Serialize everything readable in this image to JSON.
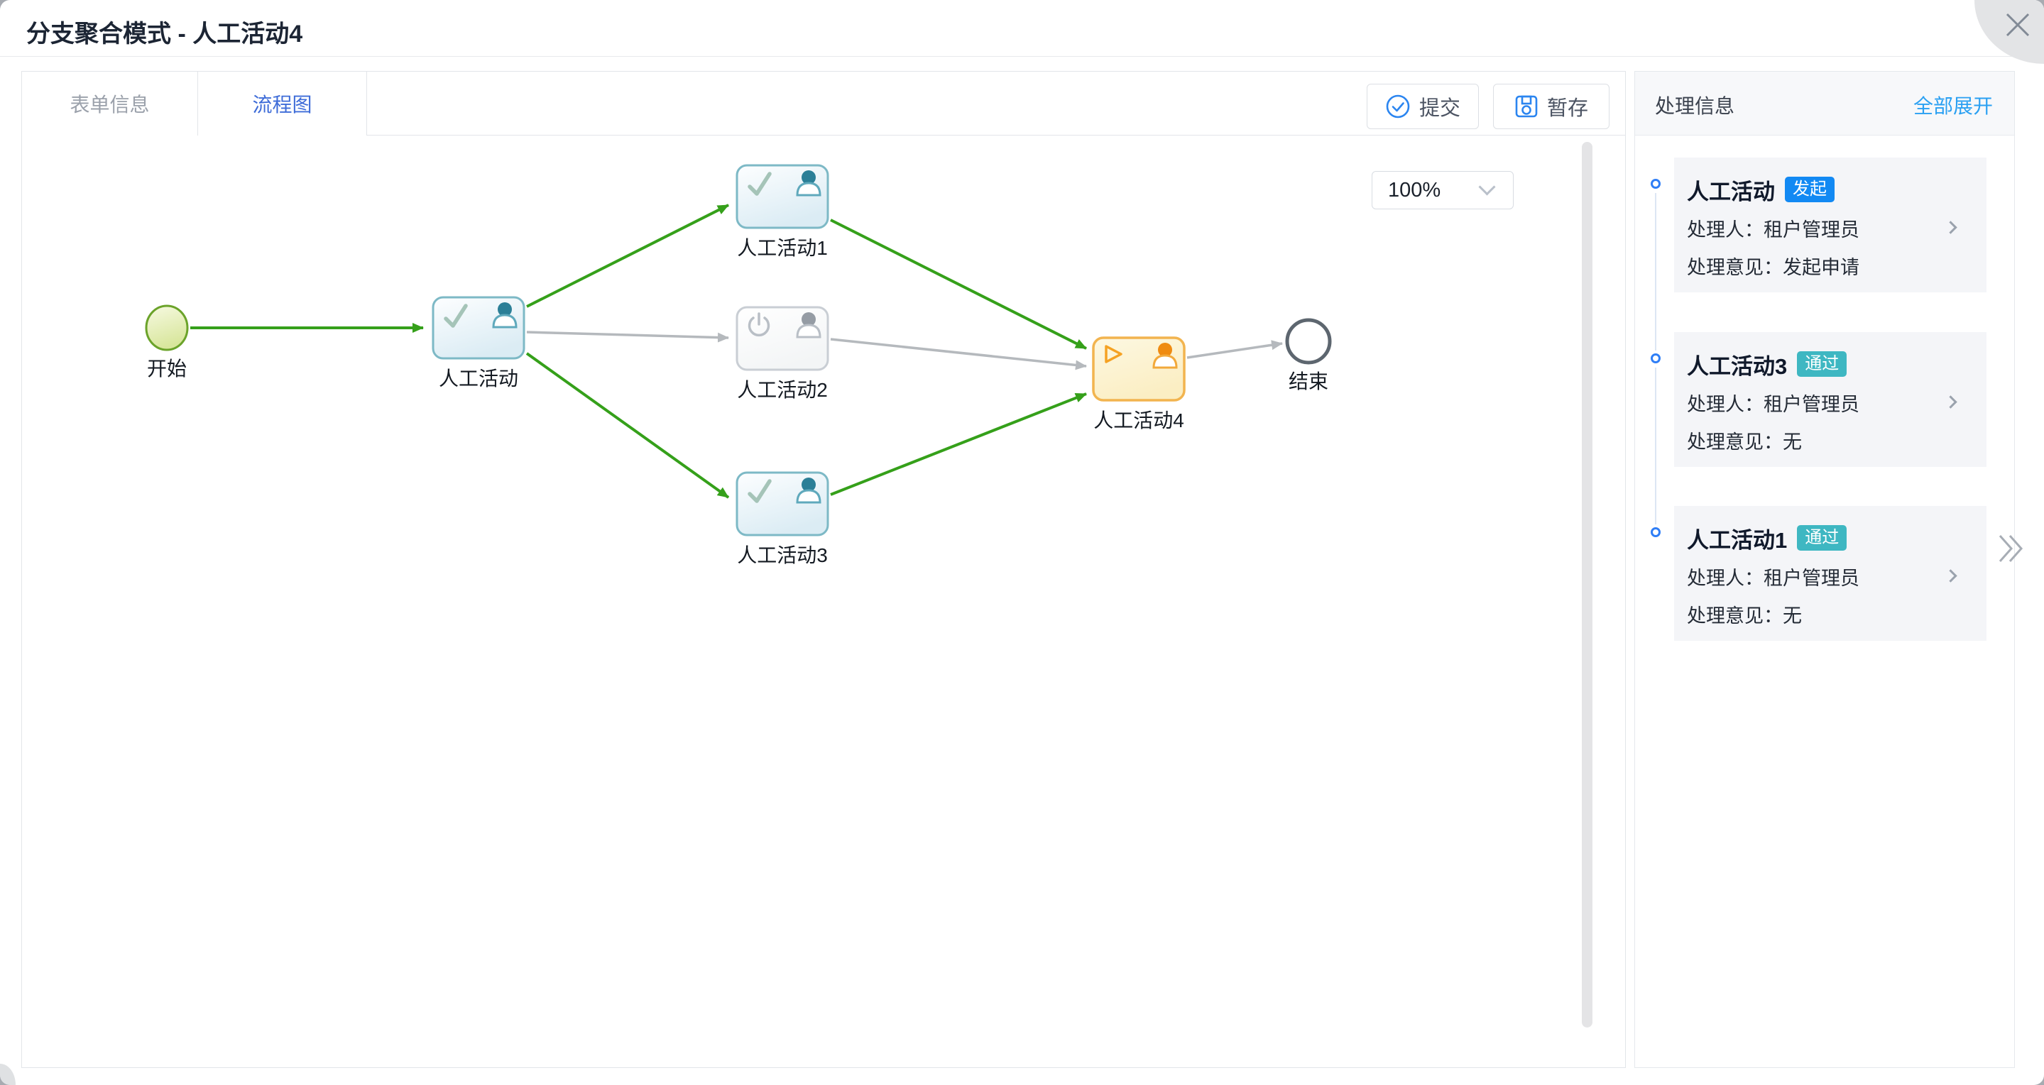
{
  "window": {
    "title": "分支聚合模式 - 人工活动4"
  },
  "tabs": [
    {
      "label": "表单信息",
      "active": false
    },
    {
      "label": "流程图",
      "active": true
    }
  ],
  "toolbar": {
    "submit_label": "提交",
    "draft_label": "暂存"
  },
  "canvas": {
    "zoom_value": "100%"
  },
  "flowchart": {
    "nodes": {
      "start": {
        "label": "开始",
        "type": "start-event",
        "status": "completed"
      },
      "a0": {
        "label": "人工活动",
        "type": "user-task",
        "status": "completed"
      },
      "a1": {
        "label": "人工活动1",
        "type": "user-task",
        "status": "completed"
      },
      "a2": {
        "label": "人工活动2",
        "type": "user-task",
        "status": "not-started"
      },
      "a3": {
        "label": "人工活动3",
        "type": "user-task",
        "status": "completed"
      },
      "a4": {
        "label": "人工活动4",
        "type": "user-task",
        "status": "in-progress"
      },
      "end": {
        "label": "结束",
        "type": "end-event",
        "status": "not-started"
      }
    },
    "edges": [
      {
        "from": "start",
        "to": "a0",
        "status": "completed"
      },
      {
        "from": "a0",
        "to": "a1",
        "status": "completed"
      },
      {
        "from": "a0",
        "to": "a2",
        "status": "not-taken"
      },
      {
        "from": "a0",
        "to": "a3",
        "status": "completed"
      },
      {
        "from": "a1",
        "to": "a4",
        "status": "completed"
      },
      {
        "from": "a2",
        "to": "a4",
        "status": "not-taken"
      },
      {
        "from": "a3",
        "to": "a4",
        "status": "completed"
      },
      {
        "from": "a4",
        "to": "end",
        "status": "not-taken"
      }
    ]
  },
  "panel": {
    "title": "处理信息",
    "expand_all": "全部展开",
    "cards": [
      {
        "title": "人工活动",
        "badge": "发起",
        "badge_color": "#1289f3",
        "handler_label": "处理人：",
        "handler": "租户管理员",
        "opinion_label": "处理意见：",
        "opinion": "发起申请"
      },
      {
        "title": "人工活动3",
        "badge": "通过",
        "badge_color": "#3eb7c2",
        "handler_label": "处理人：",
        "handler": "租户管理员",
        "opinion_label": "处理意见：",
        "opinion": "无"
      },
      {
        "title": "人工活动1",
        "badge": "通过",
        "badge_color": "#3eb7c2",
        "handler_label": "处理人：",
        "handler": "租户管理员",
        "opinion_label": "处理意见：",
        "opinion": "无"
      }
    ]
  },
  "colors": {
    "tab_active_blue": "#3e6cd8",
    "link_blue": "#2aa0f2",
    "button_icon_blue": "#2b85f0",
    "badge_blue": "#1289f3",
    "badge_teal": "#3eb7c2",
    "flow_edge_green": "#35a01a",
    "flow_edge_gray": "#b5b9bd",
    "node_teal_border": "#7db9c6",
    "node_gray_border": "#c9ced4",
    "node_yellow_border": "#f2b44f",
    "node_orange_icon": "#f5a223",
    "start_node_green": "#6ba32a",
    "end_node_gray": "#5d666f",
    "timeline_dot_blue": "#2f7ef6"
  }
}
